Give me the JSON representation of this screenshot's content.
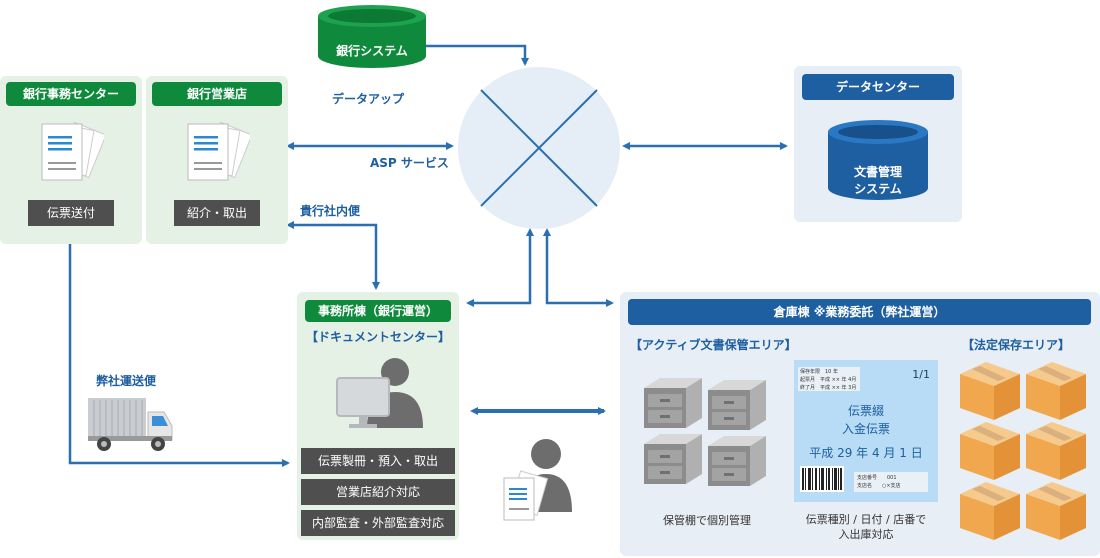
{
  "bank_system": {
    "label": "銀行システム",
    "sublabel": "データアップ"
  },
  "bank_office_center": {
    "title": "銀行事務センター",
    "action": "伝票送付"
  },
  "bank_branch": {
    "title": "銀行営業店",
    "action": "紹介・取出"
  },
  "asp_service": "ASP サービス",
  "internal_mail": "貴行社内便",
  "transport": "弊社運送便",
  "data_center": {
    "title": "データセンター",
    "system": [
      "文書管理",
      "システム"
    ]
  },
  "office_building": {
    "title": "事務所棟（銀行運営）",
    "subtitle": "【ドキュメントセンター】",
    "tasks": [
      "伝票製冊・預入・取出",
      "営業店紹介対応",
      "内部監査・外部監査対応"
    ]
  },
  "warehouse": {
    "title": "倉庫棟 ※業務委託（弊社運営）",
    "active_area": "【アクティブ文書保管エリア】",
    "legal_area": "【法定保存エリア】",
    "active_caption": "保管棚で個別管理",
    "label_caption": [
      "伝票種別 / 日付 / 店番で",
      "入出庫対応"
    ],
    "doc_label": {
      "page": "1/1",
      "info": [
        "保存年限　10 年",
        "起票月　平成 ×× 年 4月",
        "終了月　平成 ×× 年 3月"
      ],
      "name1": "伝票綴",
      "name2": "入金伝票",
      "date": "平成 29 年 4 月 1 日",
      "branch_info": [
        "支店番号　　001",
        "支店名　　○×支店"
      ]
    }
  },
  "colors": {
    "green": "#0f8a3c",
    "blue": "#1d5fa0",
    "arrow": "#2a6fb0",
    "panel_green": "#e6f1e6",
    "panel_blue": "#e8eef5"
  }
}
